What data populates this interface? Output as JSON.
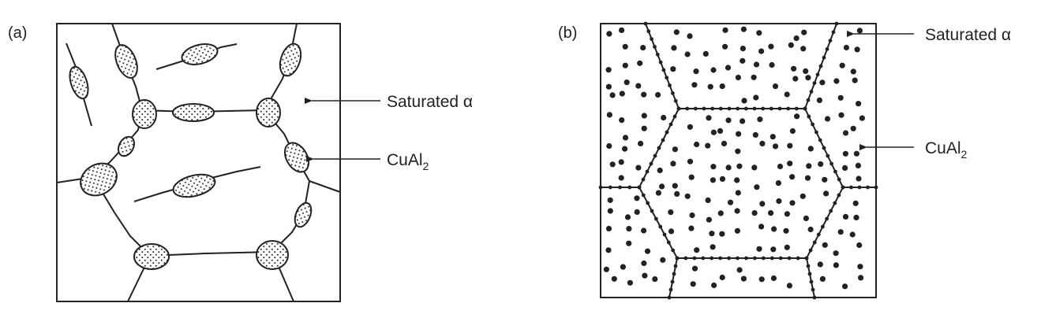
{
  "panels": [
    {
      "id": "a",
      "label": "(a)"
    },
    {
      "id": "b",
      "label": "(b)"
    }
  ],
  "labels": {
    "a_saturated": "Saturated α",
    "a_cual2_base": "CuAl",
    "a_cual2_sub": "2",
    "b_saturated": "Saturated α",
    "b_cual2_base": "CuAl",
    "b_cual2_sub": "2"
  },
  "colors": {
    "ink": "#222222",
    "background": "#ffffff"
  }
}
